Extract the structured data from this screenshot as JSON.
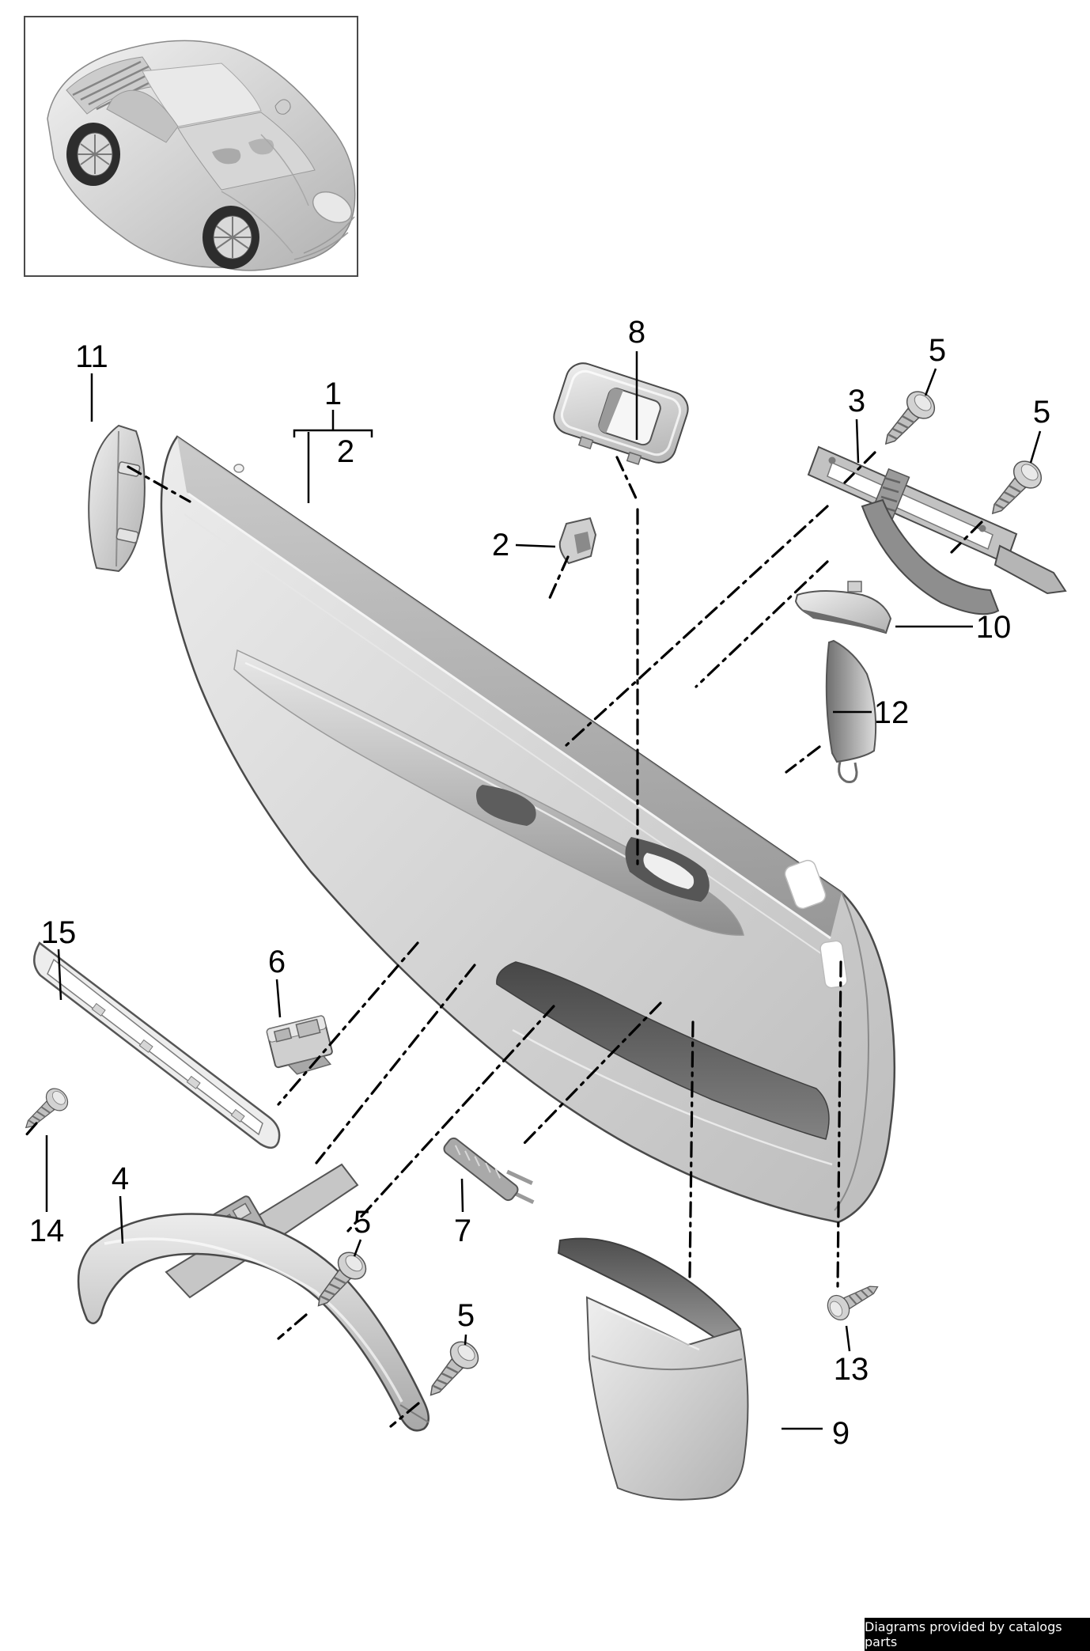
{
  "page": {
    "background": "#ffffff"
  },
  "icons": {
    "car_thumbnail": "car-top-view-illustration"
  },
  "diagram": {
    "callouts": [
      {
        "label": "11"
      },
      {
        "label": "1"
      },
      {
        "label": "2"
      },
      {
        "label": "8"
      },
      {
        "label": "5"
      },
      {
        "label": "3"
      },
      {
        "label": "5"
      },
      {
        "label": "2"
      },
      {
        "label": "10"
      },
      {
        "label": "12"
      },
      {
        "label": "15"
      },
      {
        "label": "6"
      },
      {
        "label": "4"
      },
      {
        "label": "14"
      },
      {
        "label": "5"
      },
      {
        "label": "7"
      },
      {
        "label": "5"
      },
      {
        "label": "13"
      },
      {
        "label": "9"
      }
    ],
    "colors": {
      "line": "#000000",
      "part_light": "#e9e9e9",
      "part_mid": "#b5b5b5",
      "part_dark": "#4f4f4f",
      "inset_border": "#4a4a4a",
      "footer_bg": "#000000",
      "footer_fg": "#ffffff"
    }
  },
  "footer": {
    "text": "Diagrams provided by catalogs parts"
  }
}
